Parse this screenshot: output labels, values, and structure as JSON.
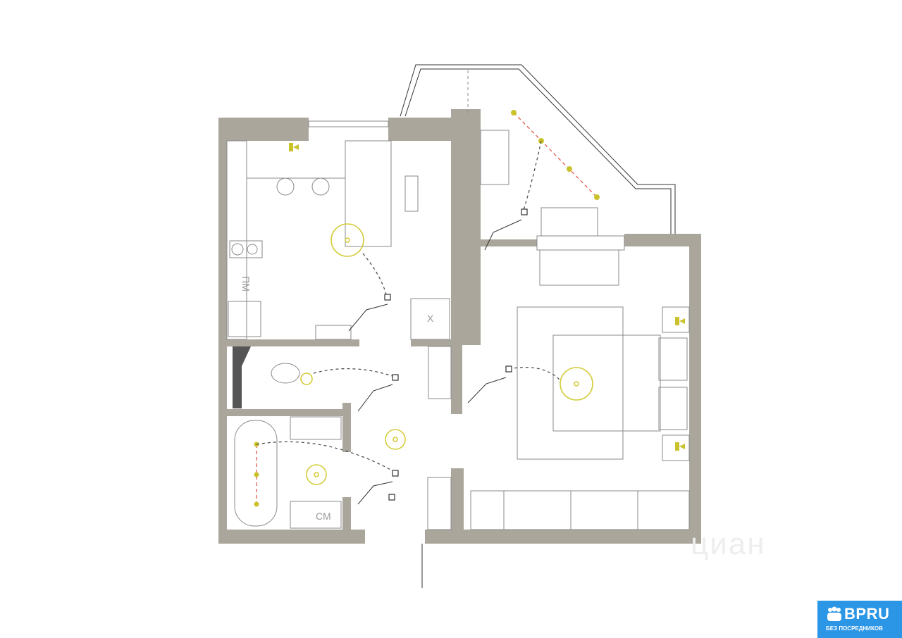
{
  "plan": {
    "labels": {
      "fridge_zone": "ПМ",
      "washing_machine": "СМ",
      "cabinet_mark": "X"
    },
    "colors": {
      "wall": "#aaa69c",
      "lamp": "#d4cc3a",
      "guide": "#e25b4f"
    }
  },
  "watermark": "циан",
  "logo": {
    "name": "BPRU",
    "tagline": "БЕЗ ПОСРЕДНИКОВ",
    "color": "#2b95e6"
  }
}
